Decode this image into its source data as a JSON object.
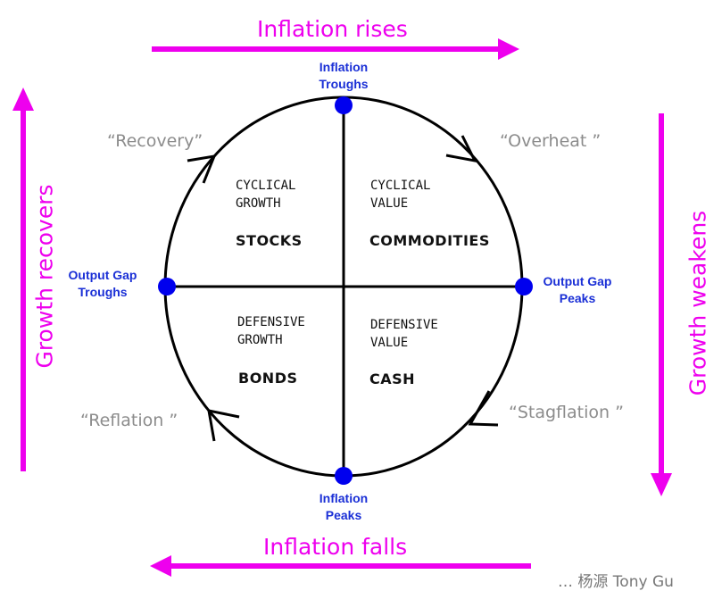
{
  "diagram": {
    "top_arrow_label": "Inflation rises",
    "bottom_arrow_label": "Inflation falls",
    "left_arrow_label": "Growth recovers",
    "right_arrow_label": "Growth weakens",
    "node_top": [
      "Inflation",
      "Troughs"
    ],
    "node_bottom": [
      "Inflation",
      "Peaks"
    ],
    "node_left": [
      "Output Gap",
      "Troughs"
    ],
    "node_right": [
      "Output Gap",
      "Peaks"
    ],
    "phase_recovery": "“Recovery”",
    "phase_overheat": "“Overheat ”",
    "phase_stagflation": "“Stagflation ”",
    "phase_reflation": "“Reflation ”",
    "q1_style": [
      "CYCLICAL",
      "GROWTH"
    ],
    "q1_asset": "STOCKS",
    "q2_style": [
      "CYCLICAL",
      "VALUE"
    ],
    "q2_asset": "COMMODITIES",
    "q3_style": [
      "DEFENSIVE",
      "GROWTH"
    ],
    "q3_asset": "BONDS",
    "q4_style": [
      "DEFENSIVE",
      "VALUE"
    ],
    "q4_asset": "CASH"
  },
  "watermark": "… 杨源 Tony Gu",
  "colors": {
    "arrow": "#ee00ee",
    "node": "#0000ee",
    "node_label": "#1a2fd6",
    "phase": "#8c8c8c",
    "cycle": "#000000"
  }
}
